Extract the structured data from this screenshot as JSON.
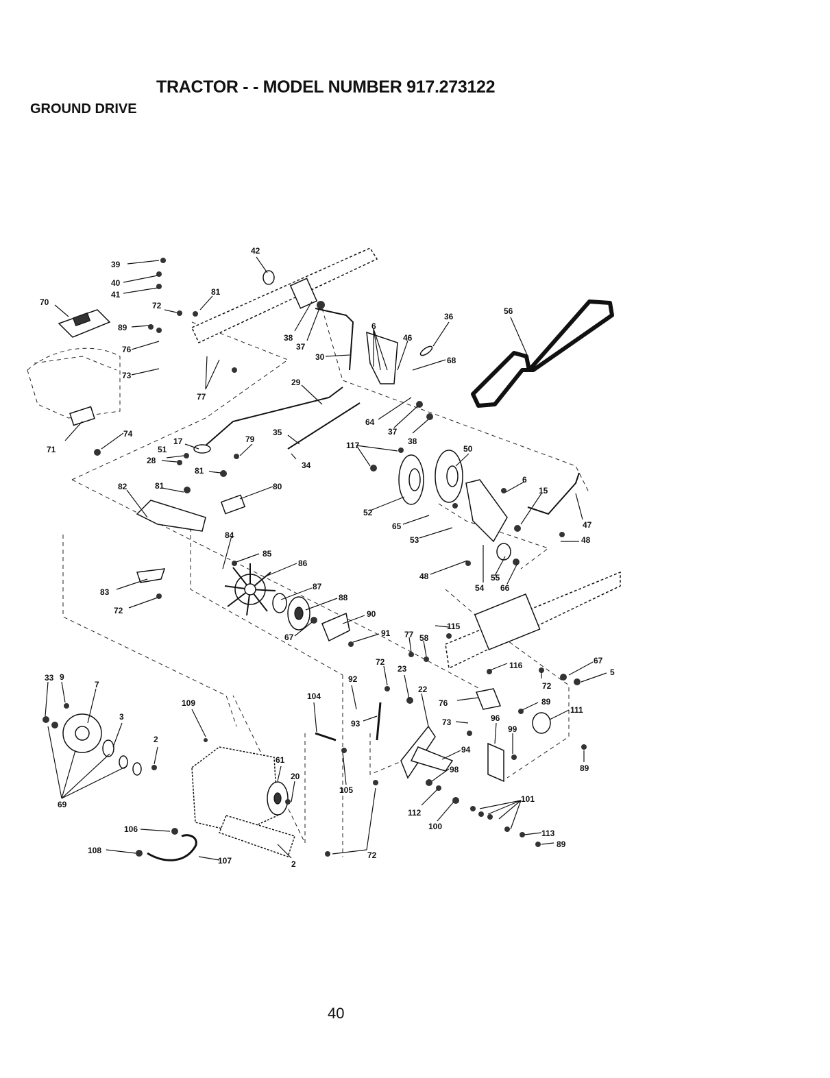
{
  "title": "TRACTOR - - MODEL NUMBER 917.273122",
  "section": "GROUND DRIVE",
  "page_number": "40",
  "callouts": [
    "39",
    "40",
    "41",
    "42",
    "70",
    "72",
    "81",
    "89",
    "76",
    "73",
    "77",
    "38",
    "37",
    "30",
    "6",
    "46",
    "36",
    "68",
    "56",
    "71",
    "74",
    "29",
    "64",
    "37",
    "38",
    "17",
    "51",
    "28",
    "79",
    "35",
    "34",
    "117",
    "50",
    "81",
    "80",
    "82",
    "81",
    "6",
    "15",
    "47",
    "52",
    "65",
    "53",
    "48",
    "48",
    "84",
    "85",
    "86",
    "54",
    "55",
    "66",
    "83",
    "72",
    "87",
    "88",
    "90",
    "67",
    "91",
    "115",
    "77",
    "58",
    "72",
    "23",
    "116",
    "72",
    "67",
    "5",
    "33",
    "9",
    "7",
    "109",
    "92",
    "104",
    "22",
    "76",
    "89",
    "111",
    "3",
    "2",
    "93",
    "73",
    "96",
    "99",
    "61",
    "20",
    "94",
    "98",
    "89",
    "69",
    "105",
    "112",
    "101",
    "106",
    "100",
    "113",
    "108",
    "107",
    "2",
    "72",
    "89"
  ]
}
